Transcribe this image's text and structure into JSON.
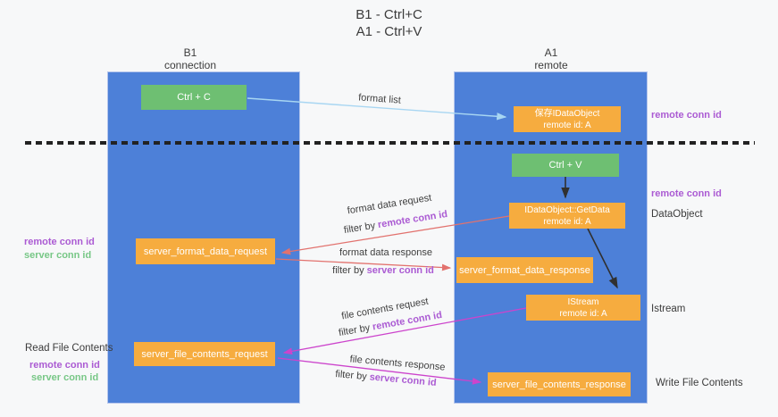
{
  "title": {
    "line1": "B1 - Ctrl+C",
    "line2": "A1 - Ctrl+V"
  },
  "lanes": {
    "left": {
      "name": "B1",
      "sub": "connection"
    },
    "right": {
      "name": "A1",
      "sub": "remote"
    }
  },
  "boxes": {
    "ctrl_c": "Ctrl + C",
    "ctrl_v": "Ctrl + V",
    "save_dataobject": {
      "line1": "保存IDataObject",
      "line2": "remote id: A"
    },
    "getdata": {
      "line1": "IDataObject::GetData",
      "line2": "remote id: A"
    },
    "istream": {
      "line1": "IStream",
      "line2": "remote id: A"
    },
    "format_request": "server_format_data_request",
    "format_response": "server_format_data_response",
    "file_request": "server_file_contents_request",
    "file_response": "server_file_contents_response"
  },
  "arrow_labels": {
    "format_list": "format list",
    "format_data_request": "format data request",
    "format_data_response": "format data response",
    "file_contents_request": "file contents request",
    "file_contents_response": "file contents response",
    "filter_prefix": "filter by ",
    "remote_conn_id": "remote conn id",
    "server_conn_id": "server conn id"
  },
  "side_labels": {
    "remote_conn_id": "remote conn id",
    "server_conn_id": "server conn id",
    "dataobject": "DataObject",
    "istream": "Istream",
    "read_file_contents": "Read File Contents",
    "write_file_contents": "Write File Contents"
  },
  "colors": {
    "lane_blue": "#4d80d8",
    "box_orange": "#f6ac3f",
    "box_green": "#6ebf72",
    "purple_text": "#ab5bd3",
    "green_text": "#77c786",
    "arrow_red": "#e2726e",
    "arrow_magenta": "#cc44cc",
    "arrow_lightblue": "#a8d6f2",
    "arrow_black": "#303030"
  }
}
